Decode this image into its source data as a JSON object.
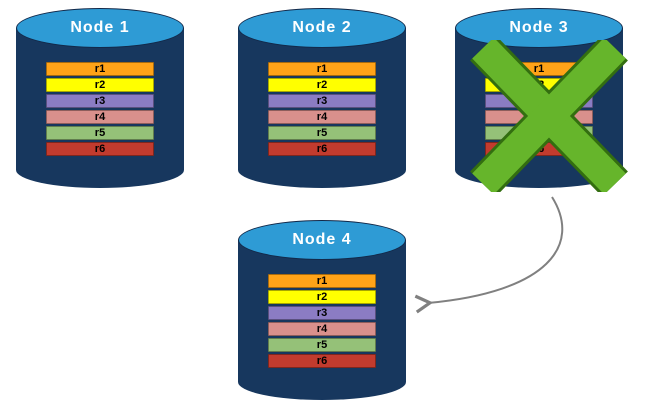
{
  "nodes": [
    {
      "label": "Node 1",
      "records": [
        "r1",
        "r2",
        "r3",
        "r4",
        "r5",
        "r6"
      ]
    },
    {
      "label": "Node 2",
      "records": [
        "r1",
        "r2",
        "r3",
        "r4",
        "r5",
        "r6"
      ]
    },
    {
      "label": "Node 3",
      "records": [
        "r1",
        "r2",
        "r3",
        "r4",
        "r5",
        "r6"
      ]
    },
    {
      "label": "Node 4",
      "records": [
        "r1",
        "r2",
        "r3",
        "r4",
        "r5",
        "r6"
      ]
    }
  ],
  "record_colors": {
    "r1": "#FFA318",
    "r2": "#FFFF00",
    "r3": "#8B7CC3",
    "r4": "#D9908C",
    "r5": "#95C178",
    "r6": "#C23B2E"
  },
  "colors": {
    "cylinder_body": "#17375E",
    "cylinder_top": "#2E9BD5",
    "failure_cross": "#66B52B",
    "failure_cross_outline": "#336E10",
    "arrow": "#808080"
  },
  "icons": {
    "failure_cross": "x-cross-icon",
    "arrow": "curved-arrow-icon"
  }
}
